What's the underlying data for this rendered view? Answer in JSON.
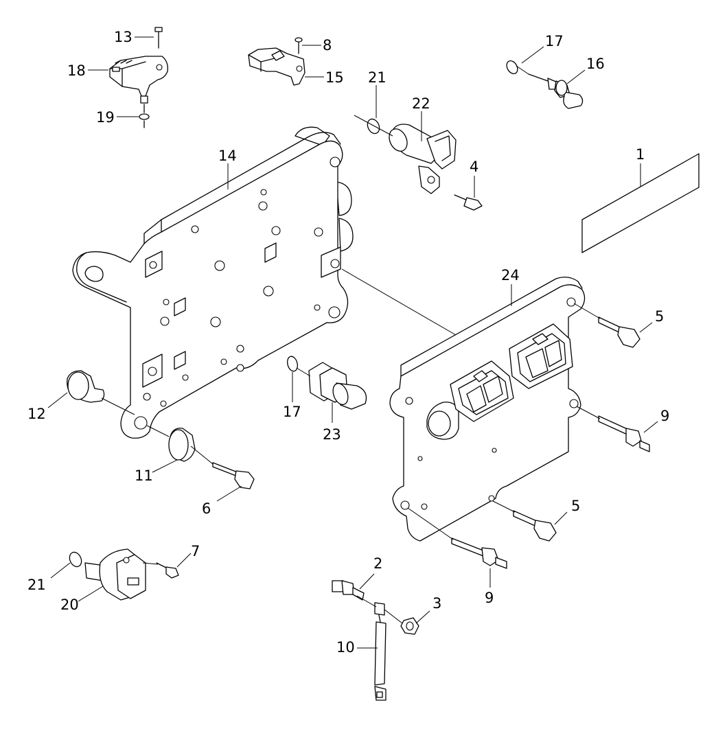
{
  "callouts": {
    "c1": "1",
    "c2": "2",
    "c3": "3",
    "c4": "4",
    "c5a": "5",
    "c5b": "5",
    "c6": "6",
    "c7": "7",
    "c8": "8",
    "c9a": "9",
    "c9b": "9",
    "c10": "10",
    "c11": "11",
    "c12": "12",
    "c13": "13",
    "c14": "14",
    "c15": "15",
    "c16": "16",
    "c17a": "17",
    "c17b": "17",
    "c18": "18",
    "c19": "19",
    "c20": "20",
    "c21a": "21",
    "c21b": "21",
    "c22": "22",
    "c23": "23",
    "c24": "24"
  }
}
